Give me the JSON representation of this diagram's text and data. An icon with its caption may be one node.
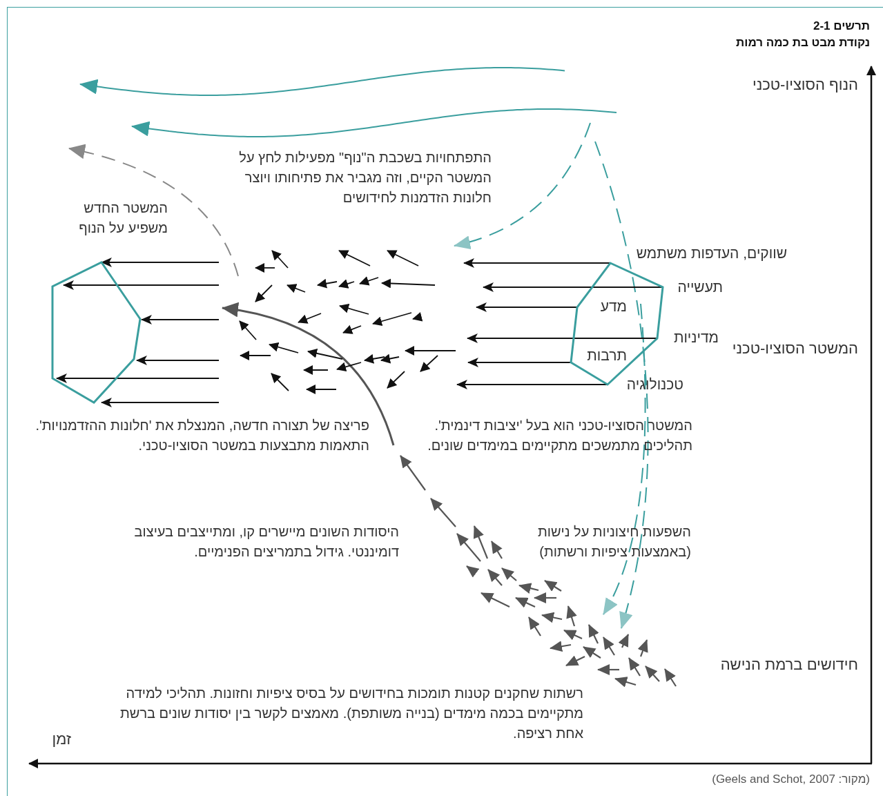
{
  "diagram": {
    "title": "נקודת מבט בת כמה רמות",
    "caption": "(מקור: Geels and Schot, 2007)",
    "nodes": [
      {
        "text": [],
        "shape": "hexagon"
      },
      {
        "text": [
          "מדע",
          "תרבות"
        ],
        "beside": [
          "שווקים, העדפות משתמש",
          "תעשייה",
          "מדיניות",
          "טכנולוגיה"
        ]
      }
    ],
    "edges": [
      {
        "from": 1,
        "to": null,
        "arrow": "to"
      },
      {
        "from": 1,
        "to": null,
        "arrow": "to"
      },
      {
        "from": 1,
        "to": null,
        "arrow": "to"
      },
      {
        "from": 1,
        "to": null,
        "arrow": "to"
      },
      {
        "from": 1,
        "to": null,
        "arrow": "to"
      },
      {
        "from": 1,
        "to": null,
        "arrow": "to"
      },
      {
        "from": null,
        "to": 0,
        "arrow": "to"
      },
      {
        "from": null,
        "to": 0,
        "arrow": "to"
      },
      {
        "from": null,
        "to": 0,
        "arrow": "to"
      },
      {
        "from": null,
        "to": 0,
        "arrow": "to"
      },
      {
        "from": null,
        "to": 0,
        "arrow": "to"
      },
      {
        "from": null,
        "to": 0,
        "arrow": "to"
      }
    ],
    "labels": [
      "תרשים 2-1",
      "הנוף הסוציו-טכני",
      "התפתחויות בשכבת ה\"נוף\" מפעילות לחץ על המשטר הקיים, וזה מגביר את פתיחותו ויוצר חלונות הזדמנות לחידושים",
      "המשטר החדש משפיע על הנוף",
      "המשטר הסוציו-טכני",
      "פריצה של תצורה חדשה, המנצלת את 'חלונות ההזדמנויות'. התאמות מתבצעות במשטר הסוציו-טכני.",
      "המשטר הסוציו-טכני הוא בעל 'יציבות דינמית'. תהליכים מתמשכים מתקיימים במימדים שונים.",
      "היסודות השונים מיישרים קו, ומתייצבים בעיצוב דומיננטי. גידול בתמריצים הפנימיים.",
      "השפעות חיצוניות על נישות (באמצעות ציפיות ורשתות)",
      "חידושים ברמת הנישה",
      "רשתות שחקנים קטנות תומכות בחידושים על בסיס ציפיות וחזונות. תהליכי למידה מתקיימים בכמה מימדים (בנייה משותפת). מאמצים לקשר בין יסודות שונים ברשת אחת רציפה.",
      "זמן"
    ]
  }
}
